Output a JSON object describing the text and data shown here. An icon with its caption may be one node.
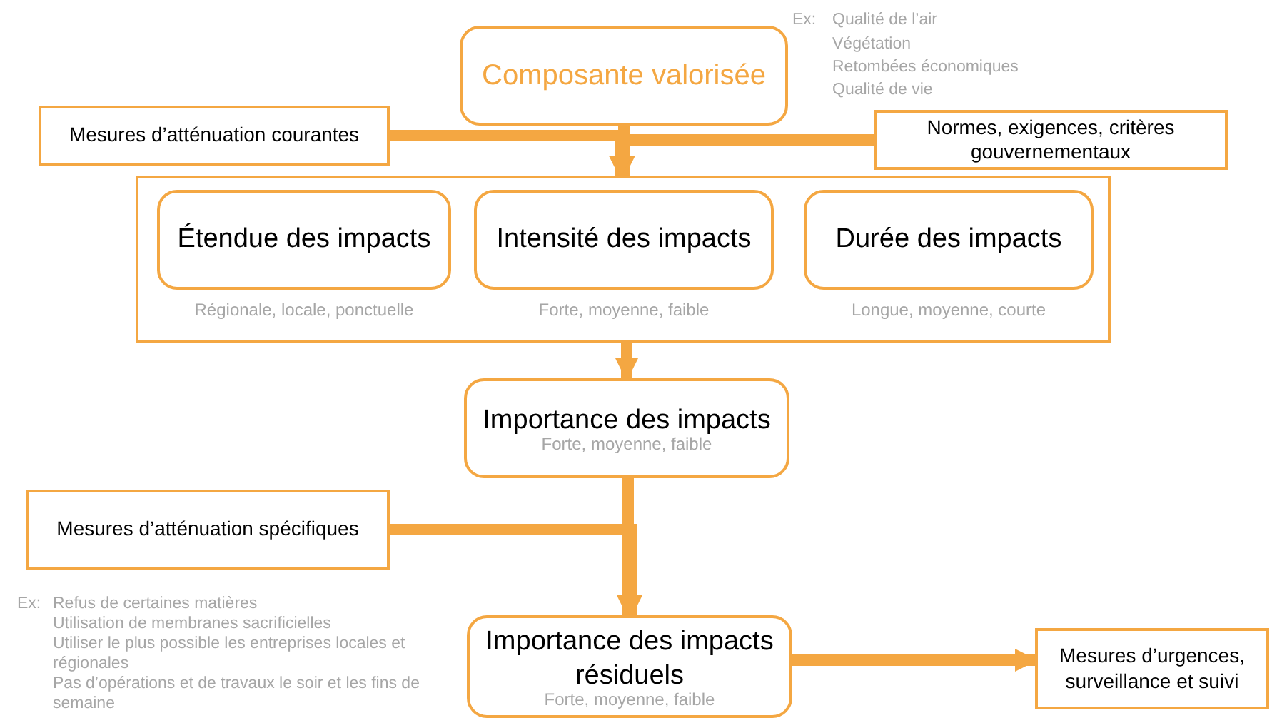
{
  "diagram": {
    "nodes": [
      {
        "text": [
          "Composante valorisée"
        ]
      },
      {
        "text": [
          "Mesures d’atténuation courantes"
        ]
      },
      {
        "text": [
          "Normes, exigences, critères gouvernementaux"
        ]
      },
      {
        "text": [],
        "shape": "box"
      },
      {
        "text": [
          "Étendue des impacts"
        ],
        "in": 3,
        "beside": [
          "Régionale, locale, ponctuelle"
        ]
      },
      {
        "text": [
          "Intensité des impacts"
        ],
        "in": 3,
        "beside": [
          "Forte, moyenne, faible"
        ]
      },
      {
        "text": [
          "Durée des impacts"
        ],
        "in": 3,
        "beside": [
          "Longue, moyenne, courte"
        ]
      },
      {
        "text": [
          "Importance des impacts",
          "Forte, moyenne, faible"
        ]
      },
      {
        "text": [
          "Mesures d’atténuation spécifiques"
        ]
      },
      {
        "text": [
          "Importance des impacts résiduels",
          "Forte, moyenne, faible"
        ]
      },
      {
        "text": [
          "Mesures d’urgences, surveillance et suivi"
        ]
      }
    ],
    "edges": [
      {
        "from": 0,
        "to": 3,
        "arrow": "to"
      },
      {
        "from": 1,
        "to": 3,
        "arrow": "to"
      },
      {
        "from": 2,
        "to": 3,
        "arrow": "to"
      },
      {
        "from": 3,
        "to": 7,
        "arrow": "to"
      },
      {
        "from": 7,
        "to": 9,
        "arrow": "to"
      },
      {
        "from": 8,
        "to": 9,
        "arrow": "to"
      },
      {
        "from": 9,
        "to": 10,
        "arrow": "to"
      }
    ],
    "labels": [
      "Ex:",
      "Qualité de l’air",
      "Végétation",
      "Retombées économiques",
      "Qualité de vie",
      "Ex:",
      "Refus de certaines matières",
      "Utilisation de membranes sacrificielles",
      "Utiliser le plus possible les entreprises locales et régionales",
      "Pas d’opérations et de travaux le soir et les fins de semaine"
    ]
  }
}
